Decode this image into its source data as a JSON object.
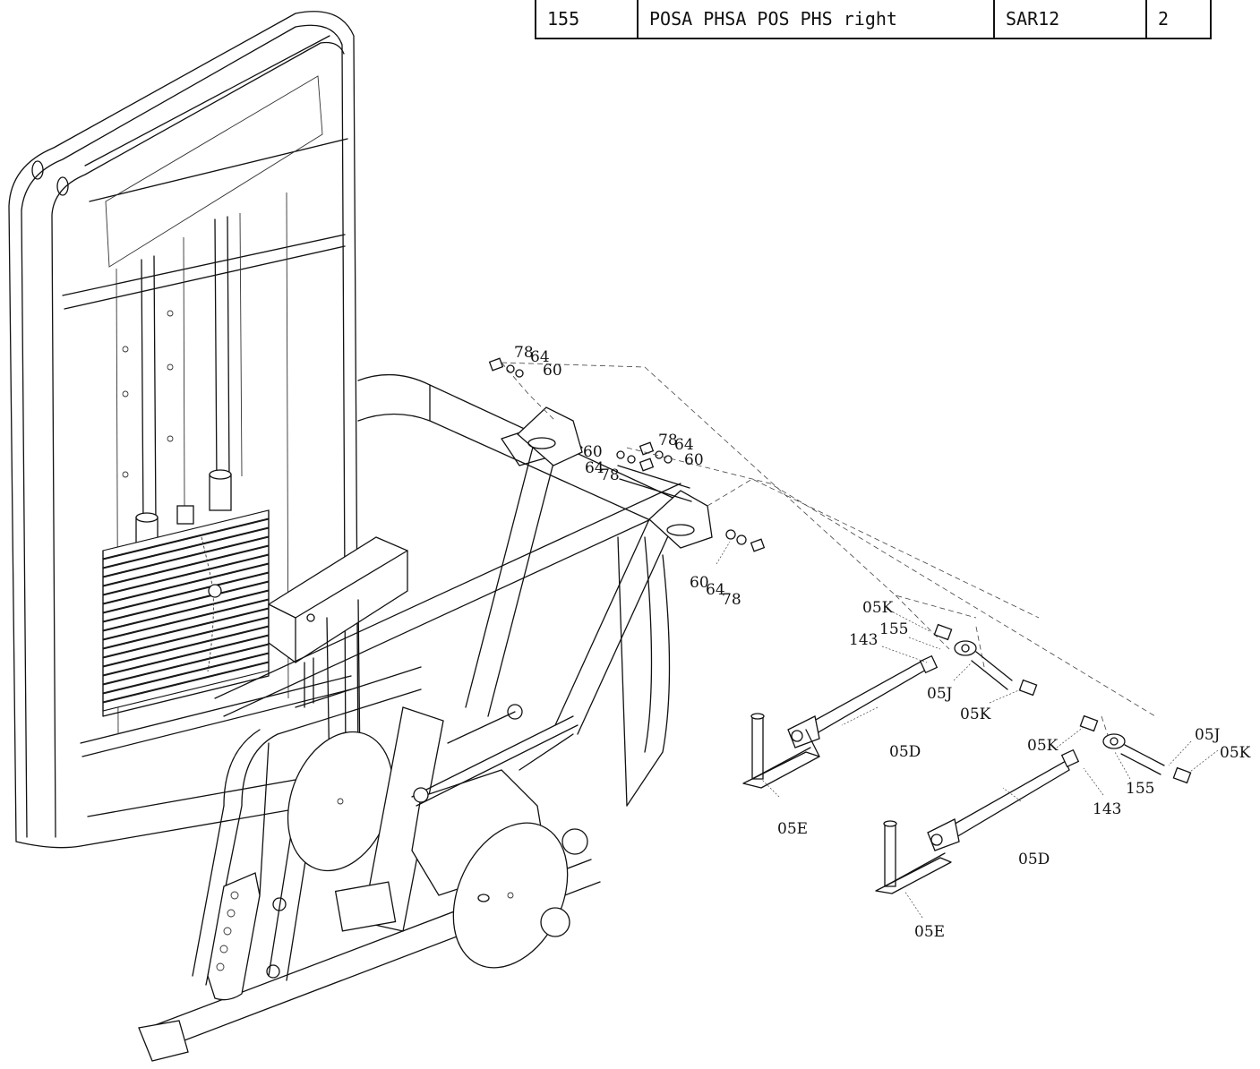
{
  "parts_table": {
    "row": {
      "no": "155",
      "description": "POSA PHSA POS PHS right",
      "code": "SAR12",
      "qty": "2"
    }
  },
  "callouts": {
    "c78a": "78",
    "c64a": "64",
    "c60a": "60",
    "c60b": "60",
    "c78b": "78",
    "c64b": "64",
    "c60c": "60",
    "c64c": "64",
    "c78c": "78",
    "c60d": "60",
    "c64d": "64",
    "c78d": "78",
    "c05Ka": "05K",
    "c155a": "155",
    "c143a": "143",
    "c05Ja": "05J",
    "c05Kb": "05K",
    "c05Da": "05D",
    "c05Ea": "05E",
    "c05Kc": "05K",
    "c05Jb": "05J",
    "c05Kd": "05K",
    "c155b": "155",
    "c143b": "143",
    "c05Db": "05D",
    "c05Eb": "05E"
  }
}
